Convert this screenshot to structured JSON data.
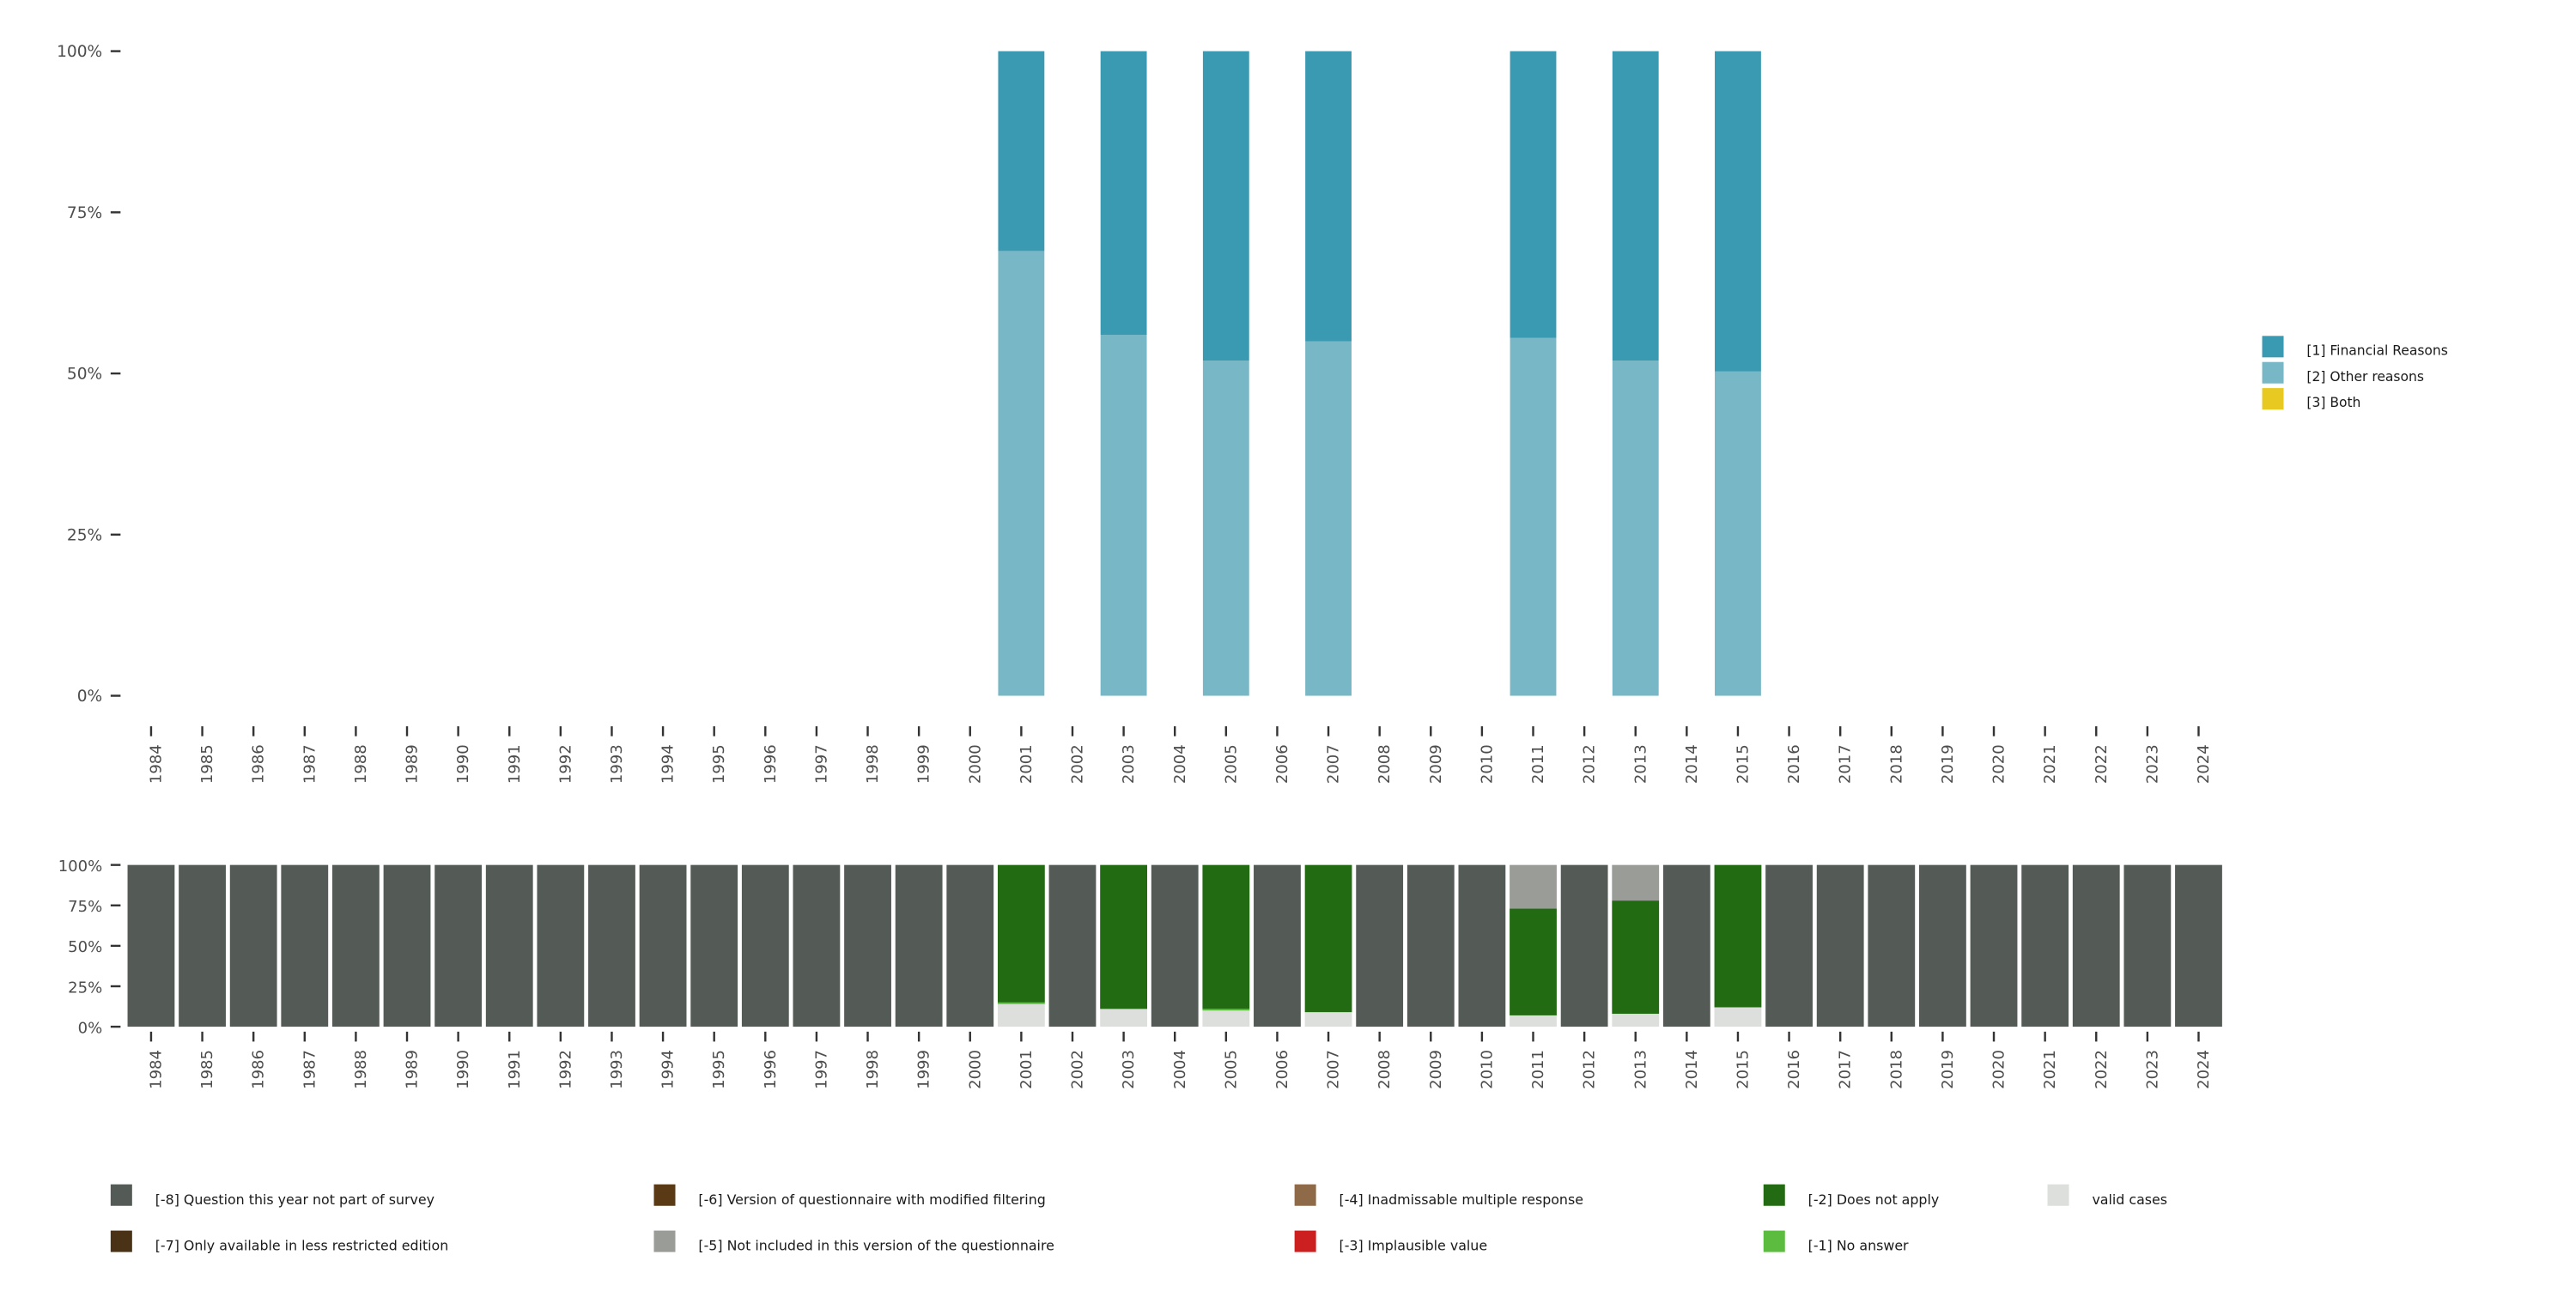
{
  "chart_data": [
    {
      "type": "bar",
      "stacked": true,
      "categories": [
        "1984",
        "1985",
        "1986",
        "1987",
        "1988",
        "1989",
        "1990",
        "1991",
        "1992",
        "1993",
        "1994",
        "1995",
        "1996",
        "1997",
        "1998",
        "1999",
        "2000",
        "2001",
        "2002",
        "2003",
        "2004",
        "2005",
        "2006",
        "2007",
        "2008",
        "2009",
        "2010",
        "2011",
        "2012",
        "2013",
        "2014",
        "2015",
        "2016",
        "2017",
        "2018",
        "2019",
        "2020",
        "2021",
        "2022",
        "2023",
        "2024"
      ],
      "bar_years": [
        "2001",
        "2003",
        "2005",
        "2007",
        "2011",
        "2013",
        "2015"
      ],
      "ylim": [
        0,
        100
      ],
      "y_ticks": [
        {
          "value": 0,
          "label": "0%"
        },
        {
          "value": 25,
          "label": "25%"
        },
        {
          "value": 50,
          "label": "50%"
        },
        {
          "value": 75,
          "label": "75%"
        },
        {
          "value": 100,
          "label": "100%"
        }
      ],
      "series": [
        {
          "name": "[1] Financial Reasons",
          "color": "#3a9ab2",
          "values": [
            31,
            44,
            48,
            45,
            44.5,
            48,
            49.7
          ]
        },
        {
          "name": "[2] Other reasons",
          "color": "#78b7c5",
          "values": [
            69,
            56,
            52,
            55,
            55.5,
            52,
            50.3
          ]
        },
        {
          "name": "[3] Both",
          "color": "#e8c921",
          "values": [
            0,
            0,
            0,
            0,
            0,
            0,
            0
          ]
        }
      ],
      "legend_position": "right"
    },
    {
      "type": "bar",
      "stacked": true,
      "categories": [
        "1984",
        "1985",
        "1986",
        "1987",
        "1988",
        "1989",
        "1990",
        "1991",
        "1992",
        "1993",
        "1994",
        "1995",
        "1996",
        "1997",
        "1998",
        "1999",
        "2000",
        "2001",
        "2002",
        "2003",
        "2004",
        "2005",
        "2006",
        "2007",
        "2008",
        "2009",
        "2010",
        "2011",
        "2012",
        "2013",
        "2014",
        "2015",
        "2016",
        "2017",
        "2018",
        "2019",
        "2020",
        "2021",
        "2022",
        "2023",
        "2024"
      ],
      "ylim": [
        0,
        100
      ],
      "y_ticks": [
        {
          "value": 0,
          "label": "0%"
        },
        {
          "value": 25,
          "label": "25%"
        },
        {
          "value": 50,
          "label": "50%"
        },
        {
          "value": 75,
          "label": "75%"
        },
        {
          "value": 100,
          "label": "100%"
        }
      ],
      "series": [
        {
          "name": "valid cases",
          "color": "#dcdfdc",
          "values": [
            0,
            0,
            0,
            0,
            0,
            0,
            0,
            0,
            0,
            0,
            0,
            0,
            0,
            0,
            0,
            0,
            0,
            14,
            0,
            11,
            0,
            10,
            0,
            9,
            0,
            0,
            0,
            7,
            0,
            8,
            0,
            12,
            0,
            0,
            0,
            0,
            0,
            0,
            0,
            0,
            0
          ]
        },
        {
          "name": "[-1] No answer",
          "color": "#5bbc3f",
          "values": [
            0,
            0,
            0,
            0,
            0,
            0,
            0,
            0,
            0,
            0,
            0,
            0,
            0,
            0,
            0,
            0,
            0,
            1,
            0,
            0,
            0,
            1,
            0,
            0,
            0,
            0,
            0,
            0,
            0,
            0,
            0,
            0,
            0,
            0,
            0,
            0,
            0,
            0,
            0,
            0,
            0
          ]
        },
        {
          "name": "[-2] Does not apply",
          "color": "#226b12",
          "values": [
            0,
            0,
            0,
            0,
            0,
            0,
            0,
            0,
            0,
            0,
            0,
            0,
            0,
            0,
            0,
            0,
            0,
            85,
            0,
            89,
            0,
            89,
            0,
            91,
            0,
            0,
            0,
            66,
            0,
            70,
            0,
            88,
            0,
            0,
            0,
            0,
            0,
            0,
            0,
            0,
            0
          ]
        },
        {
          "name": "[-3] Implausible value",
          "color": "#cc1f1f",
          "values": [
            0,
            0,
            0,
            0,
            0,
            0,
            0,
            0,
            0,
            0,
            0,
            0,
            0,
            0,
            0,
            0,
            0,
            0,
            0,
            0,
            0,
            0,
            0,
            0,
            0,
            0,
            0,
            0,
            0,
            0,
            0,
            0,
            0,
            0,
            0,
            0,
            0,
            0,
            0,
            0,
            0
          ]
        },
        {
          "name": "[-4] Inadmissable multiple response",
          "color": "#8f6a48",
          "values": [
            0,
            0,
            0,
            0,
            0,
            0,
            0,
            0,
            0,
            0,
            0,
            0,
            0,
            0,
            0,
            0,
            0,
            0,
            0,
            0,
            0,
            0,
            0,
            0,
            0,
            0,
            0,
            0,
            0,
            0,
            0,
            0,
            0,
            0,
            0,
            0,
            0,
            0,
            0,
            0,
            0
          ]
        },
        {
          "name": "[-5] Not included in this version of the questionnaire",
          "color": "#9a9c98",
          "values": [
            0,
            0,
            0,
            0,
            0,
            0,
            0,
            0,
            0,
            0,
            0,
            0,
            0,
            0,
            0,
            0,
            0,
            0,
            0,
            0,
            0,
            0,
            0,
            0,
            0,
            0,
            0,
            27,
            0,
            22,
            0,
            0,
            0,
            0,
            0,
            0,
            0,
            0,
            0,
            0,
            0
          ]
        },
        {
          "name": "[-6] Version of questionnaire with modified filtering",
          "color": "#5a3a15",
          "values": [
            0,
            0,
            0,
            0,
            0,
            0,
            0,
            0,
            0,
            0,
            0,
            0,
            0,
            0,
            0,
            0,
            0,
            0,
            0,
            0,
            0,
            0,
            0,
            0,
            0,
            0,
            0,
            0,
            0,
            0,
            0,
            0,
            0,
            0,
            0,
            0,
            0,
            0,
            0,
            0,
            0
          ]
        },
        {
          "name": "[-7] Only available in less restricted edition",
          "color": "#4a3216",
          "values": [
            0,
            0,
            0,
            0,
            0,
            0,
            0,
            0,
            0,
            0,
            0,
            0,
            0,
            0,
            0,
            0,
            0,
            0,
            0,
            0,
            0,
            0,
            0,
            0,
            0,
            0,
            0,
            0,
            0,
            0,
            0,
            0,
            0,
            0,
            0,
            0,
            0,
            0,
            0,
            0,
            0
          ]
        },
        {
          "name": "[-8] Question this year not part of survey",
          "color": "#545a55",
          "values": [
            100,
            100,
            100,
            100,
            100,
            100,
            100,
            100,
            100,
            100,
            100,
            100,
            100,
            100,
            100,
            100,
            100,
            0,
            100,
            0,
            100,
            0,
            100,
            0,
            100,
            100,
            100,
            0,
            100,
            0,
            100,
            0,
            100,
            100,
            100,
            100,
            100,
            100,
            100,
            100,
            100
          ]
        }
      ],
      "legend_order": [
        "[-8] Question this year not part of survey",
        "[-7] Only available in less restricted edition",
        "[-6] Version of questionnaire with modified filtering",
        "[-5] Not included in this version of the questionnaire",
        "[-4] Inadmissable multiple response",
        "[-3] Implausible value",
        "[-2] Does not apply",
        "[-1] No answer",
        "valid cases"
      ],
      "legend_position": "bottom"
    }
  ]
}
